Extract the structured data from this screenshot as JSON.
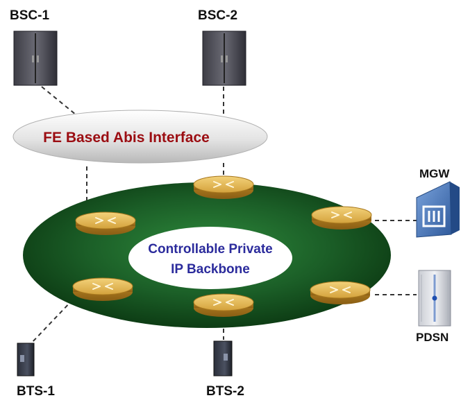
{
  "labels": {
    "bsc1": "BSC-1",
    "bsc2": "BSC-2",
    "mgw": "MGW",
    "pdsn": "PDSN",
    "bts1": "BTS-1",
    "bts2": "BTS-2",
    "abis": "FE Based Abis Interface",
    "backbone_line1": "Controllable Private",
    "backbone_line2": "IP Backbone"
  },
  "colors": {
    "abis_text": "#9b0d12",
    "backbone_text": "#2b2b9c",
    "ring_dark": "#0a3d12",
    "ring_mid": "#1e6a2a",
    "router": "#e0b24a",
    "mgw_blue": "#3f6fb5"
  }
}
